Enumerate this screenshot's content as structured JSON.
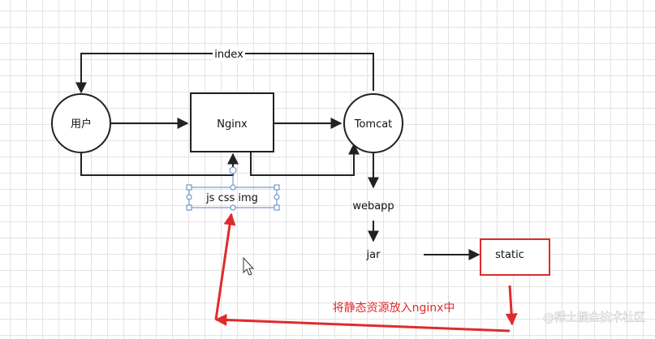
{
  "diagram": {
    "nodes": {
      "user": "用户",
      "nginx": "Nginx",
      "tomcat": "Tomcat",
      "webapp": "webapp",
      "jar": "jar",
      "static": "static",
      "selected_label": "js css img"
    },
    "edge_labels": {
      "index": "index"
    },
    "annotation": "将静态资源放入nginx中",
    "watermark": "@稀土掘金技术社区"
  },
  "colors": {
    "line": "#222222",
    "highlight_red": "#e02b2b",
    "selection_blue": "#5b86c9",
    "grid": "#e3e3e3"
  },
  "icons": {
    "cursor": "mouse-pointer-icon"
  }
}
